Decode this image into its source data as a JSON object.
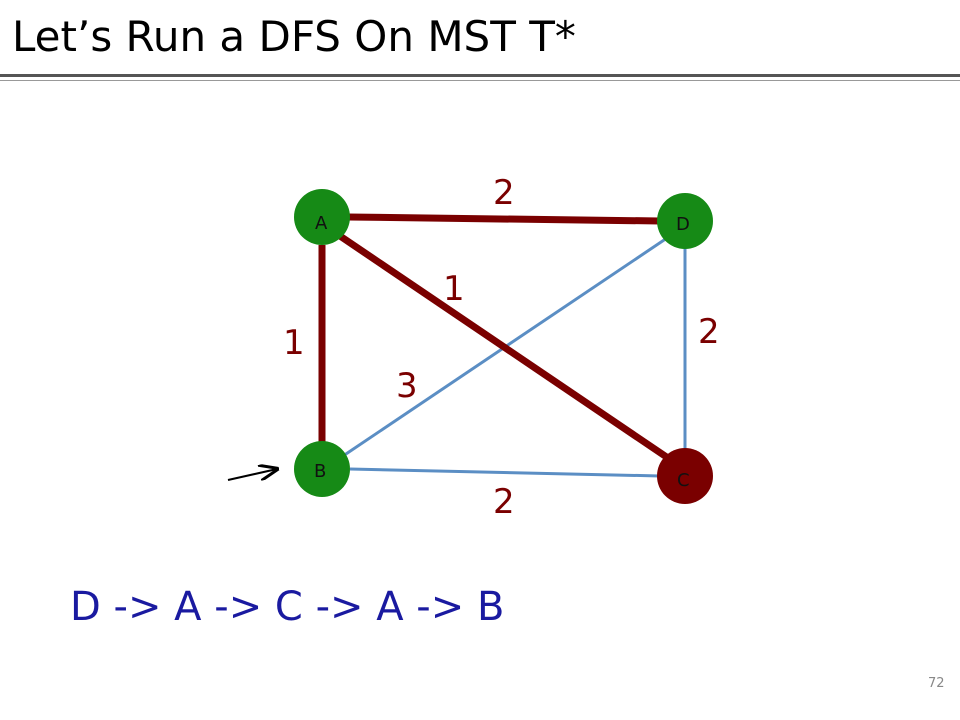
{
  "slide": {
    "title": "Let’s Run a DFS On MST T*",
    "traversal": "D -> A -> C -> A -> B",
    "page_number": "72"
  },
  "graph": {
    "nodes": {
      "A": {
        "label": "A",
        "color": "#168a16"
      },
      "B": {
        "label": "B",
        "color": "#168a16"
      },
      "C": {
        "label": "C",
        "color": "#7a0000"
      },
      "D": {
        "label": "D",
        "color": "#168a16"
      }
    },
    "edges": [
      {
        "id": "A-D",
        "from": "A",
        "to": "D",
        "weight": "2",
        "in_mst": true
      },
      {
        "id": "A-C",
        "from": "A",
        "to": "C",
        "weight": "1",
        "in_mst": true
      },
      {
        "id": "A-B",
        "from": "A",
        "to": "B",
        "weight": "1",
        "in_mst": true
      },
      {
        "id": "B-D",
        "from": "B",
        "to": "D",
        "weight": "3",
        "in_mst": false
      },
      {
        "id": "D-C",
        "from": "D",
        "to": "C",
        "weight": "2",
        "in_mst": false
      },
      {
        "id": "B-C",
        "from": "B",
        "to": "C",
        "weight": "2",
        "in_mst": false
      }
    ],
    "mst_edge_color": "#7a0000",
    "other_edge_color": "#5b8ec4",
    "start_pointer": "B"
  }
}
